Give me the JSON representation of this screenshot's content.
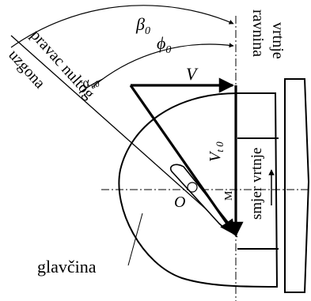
{
  "labels": {
    "beta0": "β",
    "beta0_sub": "0",
    "phi0": "ϕ",
    "phi0_sub": "0",
    "alpha": "α",
    "alpha_sub": "a0",
    "V": "V",
    "Vt": "V",
    "Vt_sub": "t 0",
    "O": "O",
    "M": "M",
    "ravnina": "ravnina",
    "vrtnje": "vrtnje",
    "pravac_nultog": "pravac nultog",
    "uzgona": "uzgona",
    "smjer_vrtnje": "smjer vrtnje",
    "glavcina": "glavčina"
  },
  "colors": {
    "ink": "#000000",
    "paper": "#ffffff"
  }
}
